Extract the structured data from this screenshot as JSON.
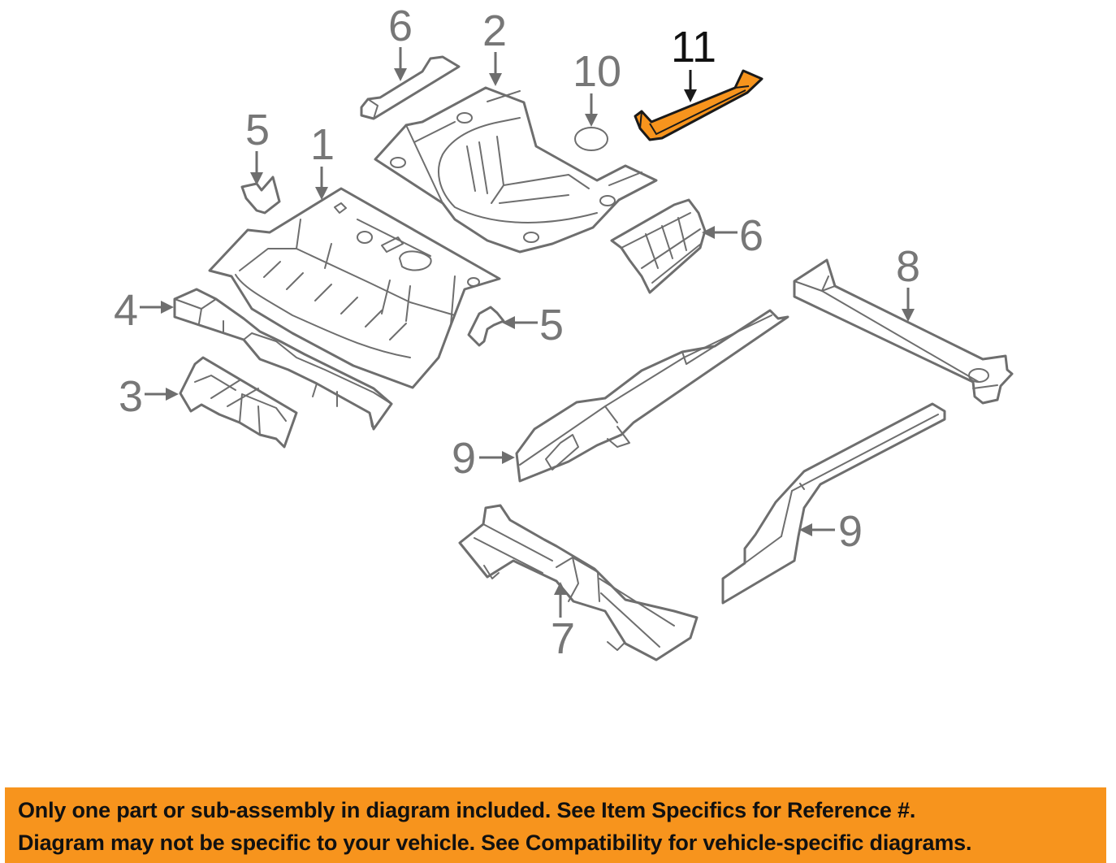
{
  "diagram": {
    "title": "Rear floor & rails parts diagram",
    "highlight_color": "#f7941d",
    "line_color": "#6e6e6e",
    "callouts": [
      {
        "id": "c1",
        "label": "1",
        "part": "rear floor pan"
      },
      {
        "id": "c2",
        "label": "2",
        "part": "spare tire well floor"
      },
      {
        "id": "c3",
        "label": "3",
        "part": "floor bracket"
      },
      {
        "id": "c4",
        "label": "4",
        "part": "crossmember"
      },
      {
        "id": "c5a",
        "label": "5",
        "part": "reinforcement bracket (upper)"
      },
      {
        "id": "c5b",
        "label": "5",
        "part": "reinforcement bracket (right)"
      },
      {
        "id": "c6a",
        "label": "6",
        "part": "extension (upper)"
      },
      {
        "id": "c6b",
        "label": "6",
        "part": "extension (right)"
      },
      {
        "id": "c7",
        "label": "7",
        "part": "front crossmember"
      },
      {
        "id": "c8",
        "label": "8",
        "part": "rear rail"
      },
      {
        "id": "c9a",
        "label": "9",
        "part": "side rail (left)"
      },
      {
        "id": "c9b",
        "label": "9",
        "part": "side rail (right)"
      },
      {
        "id": "c10",
        "label": "10",
        "part": "plug"
      },
      {
        "id": "c11",
        "label": "11",
        "part": "highlighted reinforcement",
        "highlighted": true
      }
    ]
  },
  "banner": {
    "line1": "Only one part or sub-assembly in diagram included. See Item Specifics for Reference #.",
    "line2": "Diagram may not be specific to your vehicle. See Compatibility for vehicle-specific diagrams.",
    "background_color": "#f7941d"
  }
}
